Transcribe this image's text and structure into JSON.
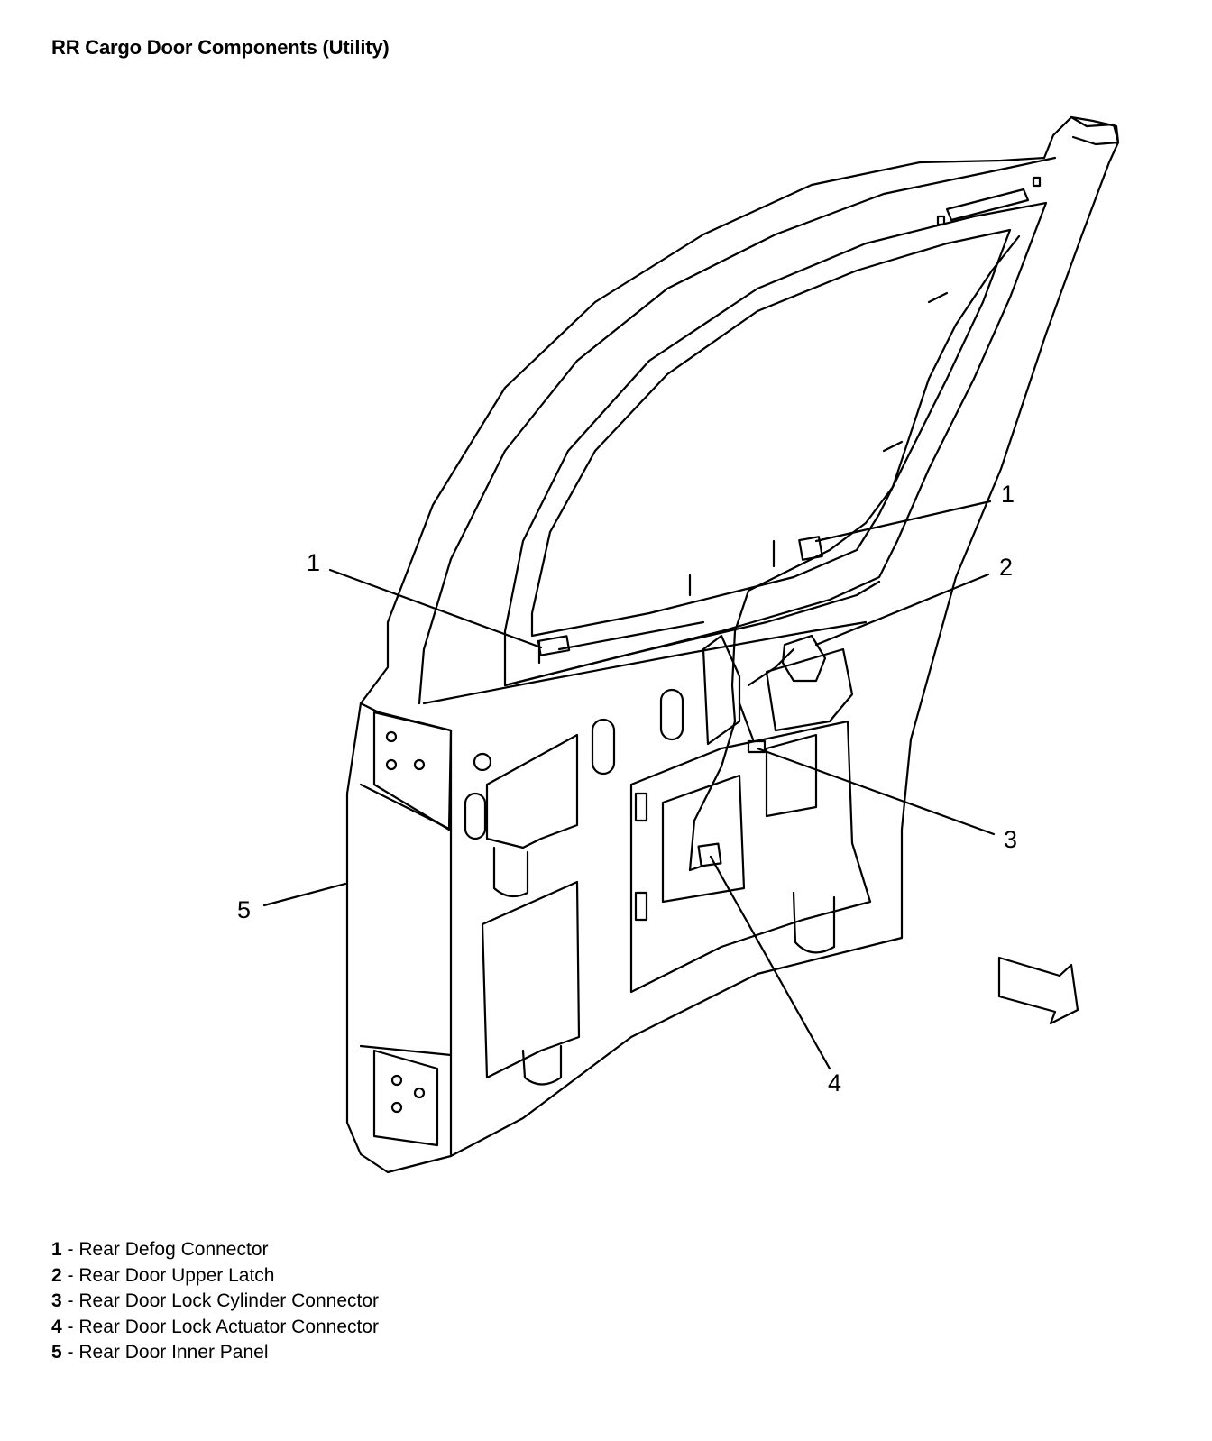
{
  "title": "RR Cargo Door Components (Utility)",
  "callouts": [
    {
      "id": "1a",
      "label": "1"
    },
    {
      "id": "1b",
      "label": "1"
    },
    {
      "id": "2",
      "label": "2"
    },
    {
      "id": "3",
      "label": "3"
    },
    {
      "id": "4",
      "label": "4"
    },
    {
      "id": "5",
      "label": "5"
    }
  ],
  "legend": [
    {
      "number": "1",
      "separator": "-",
      "text": "Rear Defog Connector"
    },
    {
      "number": "2",
      "separator": "-",
      "text": "Rear Door Upper Latch"
    },
    {
      "number": "3",
      "separator": "-",
      "text": "Rear Door Lock Cylinder Connector"
    },
    {
      "number": "4",
      "separator": "-",
      "text": "Rear Door Lock Actuator Connector"
    },
    {
      "number": "5",
      "separator": "-",
      "text": "Rear Door Inner Panel"
    }
  ],
  "icons": {
    "view_arrow": "view-direction-arrow-icon"
  },
  "colors": {
    "line": "#000000",
    "background": "#ffffff"
  }
}
